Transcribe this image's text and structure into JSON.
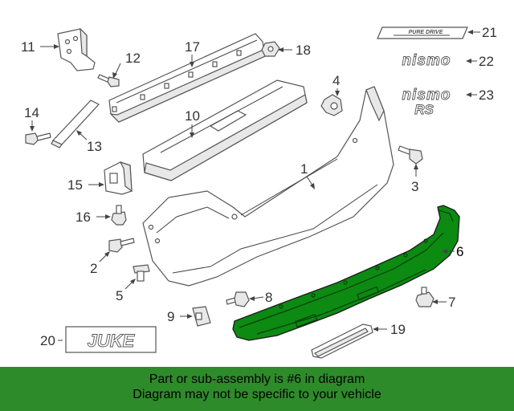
{
  "callouts": {
    "c1": "1",
    "c2": "2",
    "c3": "3",
    "c4": "4",
    "c5": "5",
    "c6": "6",
    "c7": "7",
    "c8": "8",
    "c9": "9",
    "c10": "10",
    "c11": "11",
    "c12": "12",
    "c13": "13",
    "c14": "14",
    "c15": "15",
    "c16": "16",
    "c17": "17",
    "c18": "18",
    "c19": "19",
    "c20": "20",
    "c21": "21",
    "c22": "22",
    "c23": "23"
  },
  "badges": {
    "pure_drive": "PURE DRIVE",
    "nismo": "nismo",
    "nismo_rs": "nismo",
    "rs": "RS",
    "juke": "JUKE"
  },
  "highlighted_part": "6",
  "colors": {
    "highlight_part": "#0c8a12",
    "footer_bg": "#2e8b2a"
  },
  "footer": {
    "line1": "Part or sub-assembly is #6 in diagram",
    "line2": "Diagram may not be specific to your vehicle"
  }
}
